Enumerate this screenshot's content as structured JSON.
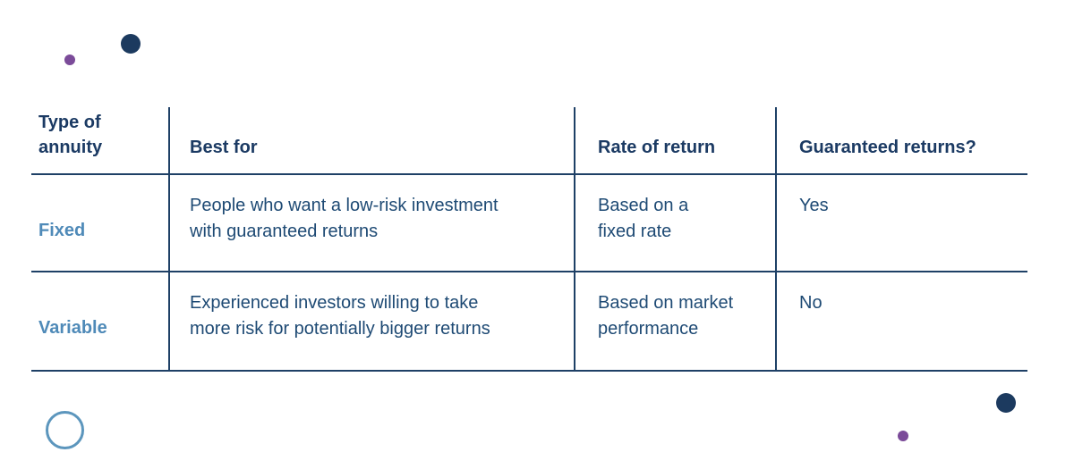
{
  "colors": {
    "navy": "#1c3a5f",
    "line": "#1e4066",
    "header_text": "#1b3a63",
    "body_text": "#1e4a74",
    "label_blue": "#4f8ab8",
    "ring_blue": "#5c96bd",
    "purple": "#7b4b99",
    "background": "#ffffff"
  },
  "decorations": {
    "top_left": [
      "purple-dot",
      "navy-dot"
    ],
    "bottom_left": [
      "blue-ring-outline"
    ],
    "bottom_right": [
      "purple-dot",
      "navy-dot"
    ]
  },
  "table": {
    "columns": [
      {
        "label": "Type of\nannuity"
      },
      {
        "label": "Best for"
      },
      {
        "label": "Rate of return"
      },
      {
        "label": "Guaranteed returns?"
      }
    ],
    "rows": [
      {
        "type": "Fixed",
        "best_for": "People who want a low-risk investment\nwith guaranteed returns",
        "rate_of_return": "Based on a\nfixed rate",
        "guaranteed_returns": "Yes"
      },
      {
        "type": "Variable",
        "best_for": "Experienced investors willing to take\nmore risk for potentially bigger returns",
        "rate_of_return": "Based on market\nperformance",
        "guaranteed_returns": "No"
      }
    ]
  }
}
